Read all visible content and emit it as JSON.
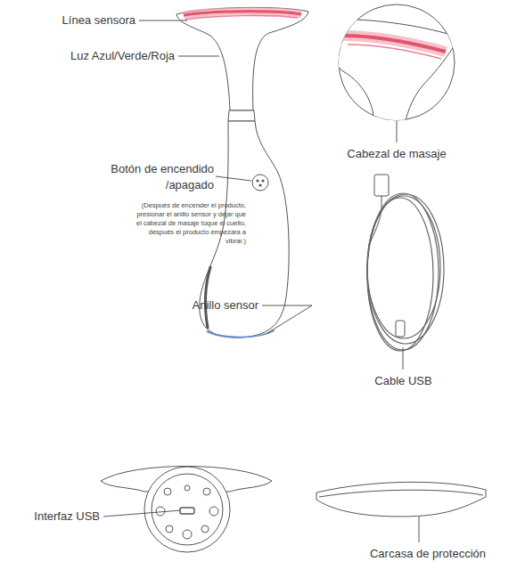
{
  "diagram": {
    "labels": [
      "Línea sensora",
      "Luz Azul/Verde/Roja",
      "Botón de encendido /apagado",
      "(Después de encender el producto, presionar el anillo sensor y dejar que el cabezal de masaje toque el cuello, después el producto empezara a vibrar.)",
      "Anillo sensor",
      "Cabezal de masaje",
      "Cable USB",
      "Interfaz USB",
      "Carcasa de protección"
    ]
  }
}
